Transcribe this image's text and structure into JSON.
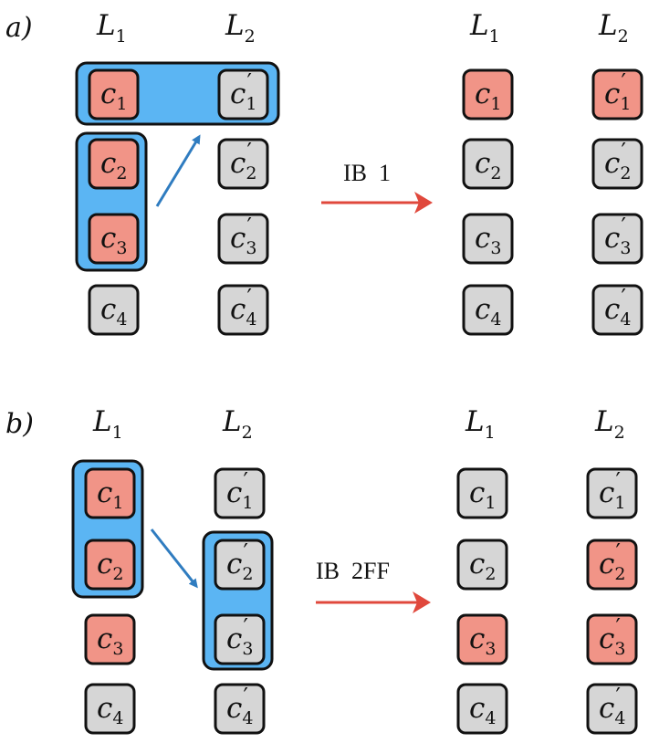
{
  "panels": [
    {
      "id": "a",
      "tag": "a)",
      "layer_labels": {
        "left_before": {
          "main": "L",
          "sub": "1"
        },
        "right_before": {
          "main": "L",
          "sub": "2"
        },
        "left_after": {
          "main": "L",
          "sub": "1"
        },
        "right_after": {
          "main": "L",
          "sub": "2"
        }
      },
      "process_label": "IB  1",
      "arrow_color": "#e0483c",
      "before": {
        "L1": [
          {
            "main": "c",
            "sub": "1",
            "prime": "",
            "state": "red"
          },
          {
            "main": "c",
            "sub": "2",
            "prime": "",
            "state": "red"
          },
          {
            "main": "c",
            "sub": "3",
            "prime": "",
            "state": "red"
          },
          {
            "main": "c",
            "sub": "4",
            "prime": "",
            "state": "gray"
          }
        ],
        "L2": [
          {
            "main": "c",
            "sub": "1",
            "prime": "′",
            "state": "gray"
          },
          {
            "main": "c",
            "sub": "2",
            "prime": "′",
            "state": "gray"
          },
          {
            "main": "c",
            "sub": "3",
            "prime": "′",
            "state": "gray"
          },
          {
            "main": "c",
            "sub": "4",
            "prime": "′",
            "state": "gray"
          }
        ]
      },
      "after": {
        "L1": [
          {
            "main": "c",
            "sub": "1",
            "prime": "",
            "state": "red"
          },
          {
            "main": "c",
            "sub": "2",
            "prime": "",
            "state": "gray"
          },
          {
            "main": "c",
            "sub": "3",
            "prime": "",
            "state": "gray"
          },
          {
            "main": "c",
            "sub": "4",
            "prime": "",
            "state": "gray"
          }
        ],
        "L2": [
          {
            "main": "c",
            "sub": "1",
            "prime": "′",
            "state": "red"
          },
          {
            "main": "c",
            "sub": "2",
            "prime": "′",
            "state": "gray"
          },
          {
            "main": "c",
            "sub": "3",
            "prime": "′",
            "state": "gray"
          },
          {
            "main": "c",
            "sub": "4",
            "prime": "′",
            "state": "gray"
          }
        ]
      }
    },
    {
      "id": "b",
      "tag": "b)",
      "layer_labels": {
        "left_before": {
          "main": "L",
          "sub": "1"
        },
        "right_before": {
          "main": "L",
          "sub": "2"
        },
        "left_after": {
          "main": "L",
          "sub": "1"
        },
        "right_after": {
          "main": "L",
          "sub": "2"
        }
      },
      "process_label": "IB  2FF",
      "arrow_color": "#e0483c",
      "before": {
        "L1": [
          {
            "main": "c",
            "sub": "1",
            "prime": "",
            "state": "red"
          },
          {
            "main": "c",
            "sub": "2",
            "prime": "",
            "state": "red"
          },
          {
            "main": "c",
            "sub": "3",
            "prime": "",
            "state": "red"
          },
          {
            "main": "c",
            "sub": "4",
            "prime": "",
            "state": "gray"
          }
        ],
        "L2": [
          {
            "main": "c",
            "sub": "1",
            "prime": "′",
            "state": "gray"
          },
          {
            "main": "c",
            "sub": "2",
            "prime": "′",
            "state": "gray"
          },
          {
            "main": "c",
            "sub": "3",
            "prime": "′",
            "state": "gray"
          },
          {
            "main": "c",
            "sub": "4",
            "prime": "′",
            "state": "gray"
          }
        ]
      },
      "after": {
        "L1": [
          {
            "main": "c",
            "sub": "1",
            "prime": "",
            "state": "gray"
          },
          {
            "main": "c",
            "sub": "2",
            "prime": "",
            "state": "gray"
          },
          {
            "main": "c",
            "sub": "3",
            "prime": "",
            "state": "red"
          },
          {
            "main": "c",
            "sub": "4",
            "prime": "",
            "state": "gray"
          }
        ],
        "L2": [
          {
            "main": "c",
            "sub": "1",
            "prime": "′",
            "state": "gray"
          },
          {
            "main": "c",
            "sub": "2",
            "prime": "′",
            "state": "red"
          },
          {
            "main": "c",
            "sub": "3",
            "prime": "′",
            "state": "red"
          },
          {
            "main": "c",
            "sub": "4",
            "prime": "′",
            "state": "gray"
          }
        ]
      }
    }
  ],
  "colors": {
    "selected_fill": "#f19487",
    "unselected_fill": "#d6d6d6",
    "group_fill": "#5bb5f3",
    "mapping_arrow": "#2f7cc0",
    "process_arrow": "#e0483c"
  }
}
